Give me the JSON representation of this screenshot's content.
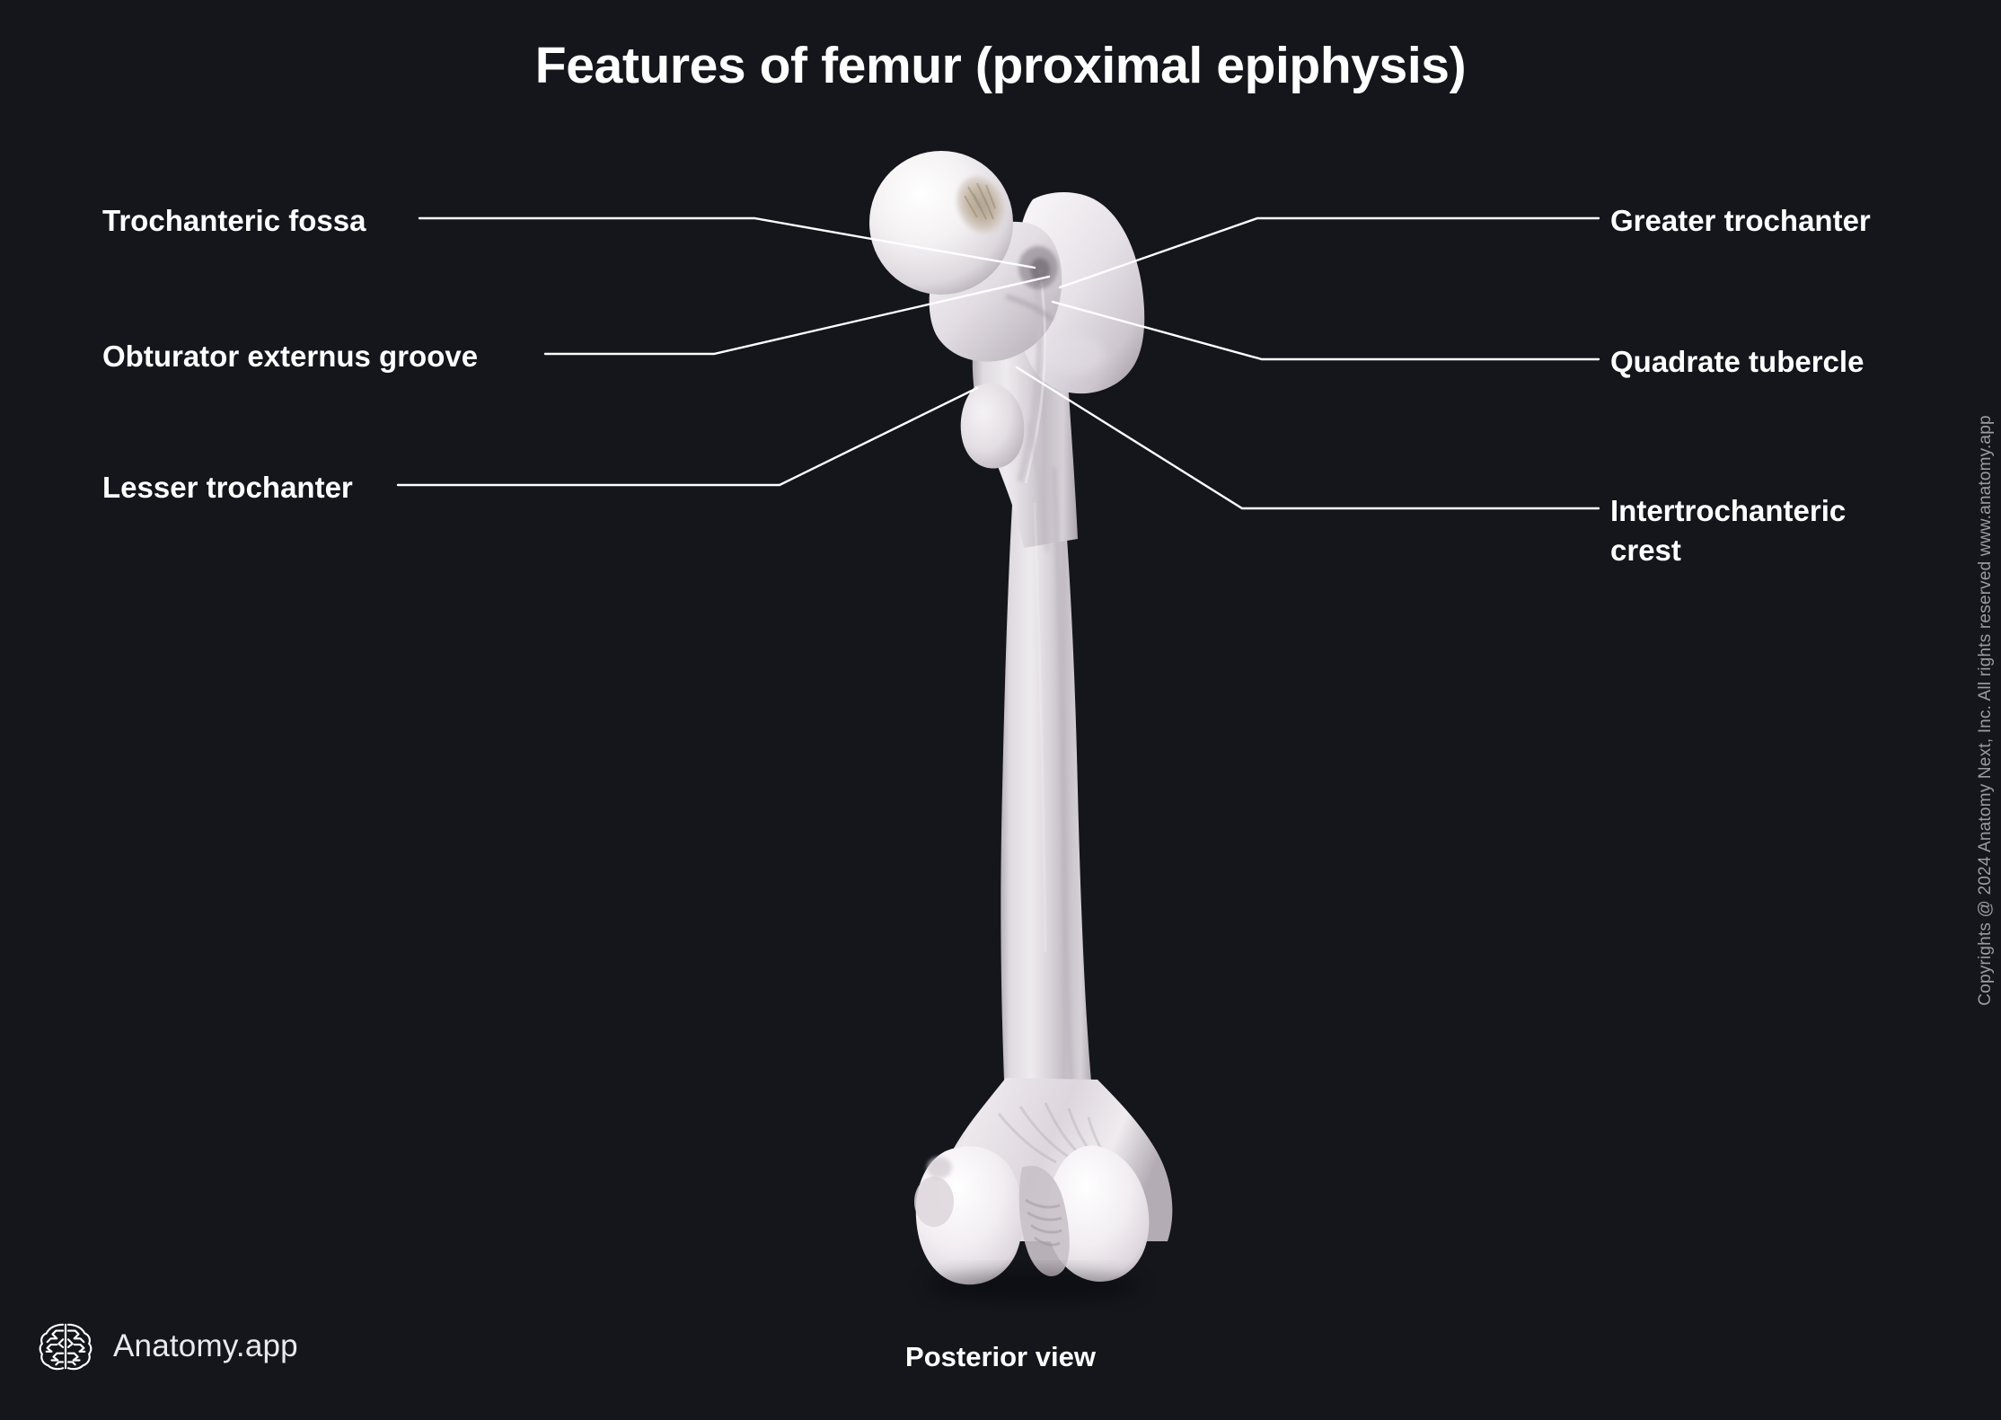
{
  "page": {
    "title": "Features of femur (proximal epiphysis)",
    "caption": "Posterior view",
    "background_color": "#14161c",
    "text_color": "#ffffff",
    "leader_color": "#ffffff"
  },
  "labels": {
    "left": [
      {
        "id": "trochanteric-fossa",
        "text": "Trochanteric fossa"
      },
      {
        "id": "obturator-externus-groove",
        "text": "Obturator externus groove"
      },
      {
        "id": "lesser-trochanter",
        "text": "Lesser trochanter"
      }
    ],
    "right": [
      {
        "id": "greater-trochanter",
        "text": "Greater trochanter"
      },
      {
        "id": "quadrate-tubercle",
        "text": "Quadrate tubercle"
      },
      {
        "id": "intertrochanteric-crest",
        "text": "Intertrochanteric\ncrest"
      }
    ]
  },
  "brand": {
    "name": "Anatomy.app",
    "logo_icon": "brain-icon"
  },
  "copyright": {
    "text": "Copyrights @ 2024 Anatomy Next, Inc. All rights reserved www.anatomy.app",
    "color": "#9b9ba1"
  },
  "specimen": {
    "name": "femur",
    "view": "posterior",
    "bone_color": "#e9e6e8"
  }
}
